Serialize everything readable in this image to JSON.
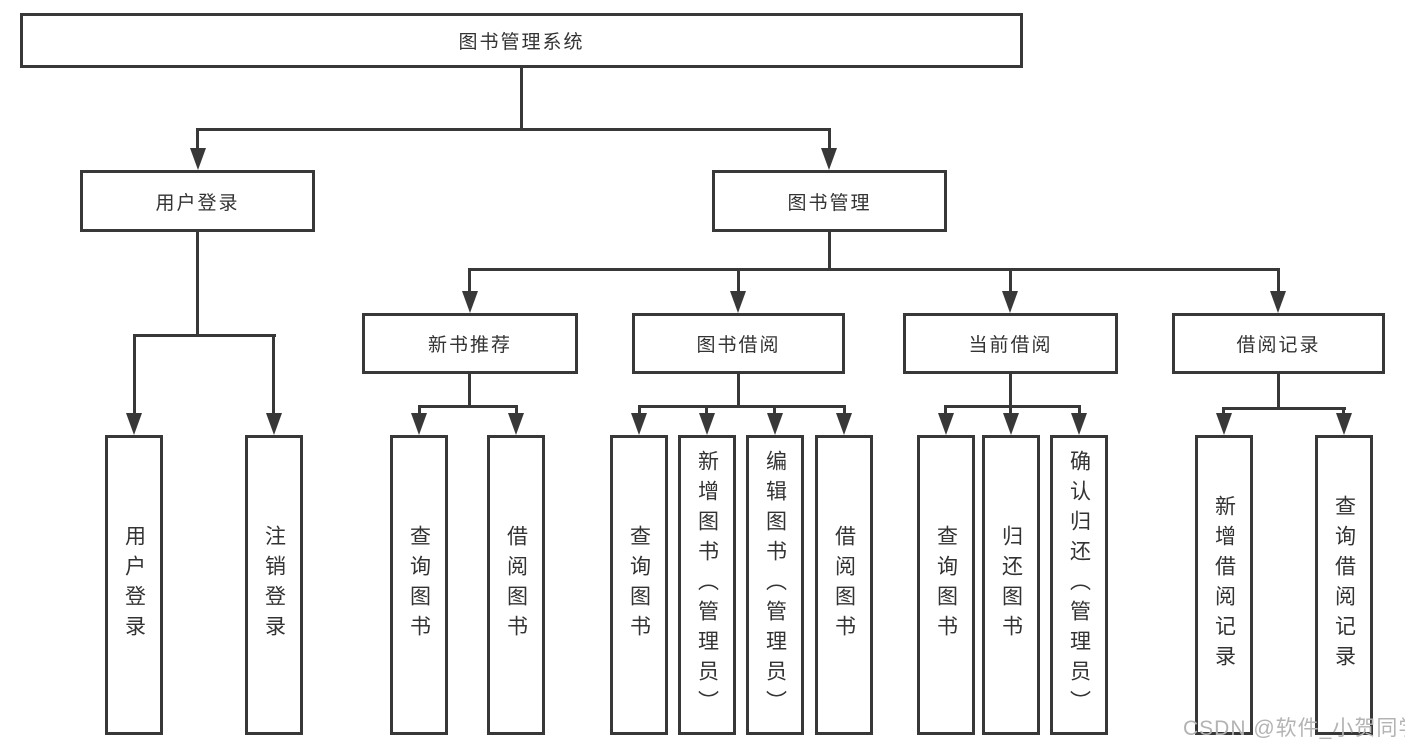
{
  "tree": {
    "root": {
      "label": "图书管理系统"
    },
    "children": [
      {
        "label": "用户登录",
        "children": [
          {
            "label": "用户登录"
          },
          {
            "label": "注销登录"
          }
        ]
      },
      {
        "label": "图书管理",
        "children": [
          {
            "label": "新书推荐",
            "children": [
              {
                "label": "查询图书"
              },
              {
                "label": "借阅图书"
              }
            ]
          },
          {
            "label": "图书借阅",
            "children": [
              {
                "label": "查询图书"
              },
              {
                "label": "新增图书（管理员）"
              },
              {
                "label": "编辑图书（管理员）"
              },
              {
                "label": "借阅图书"
              }
            ]
          },
          {
            "label": "当前借阅",
            "children": [
              {
                "label": "查询图书"
              },
              {
                "label": "归还图书"
              },
              {
                "label": "确认归还（管理员）"
              }
            ]
          },
          {
            "label": "借阅记录",
            "children": [
              {
                "label": "新增借阅记录"
              },
              {
                "label": "查询借阅记录"
              }
            ]
          }
        ]
      }
    ]
  },
  "watermark": "CSDN @软件_小贺同学",
  "colors": {
    "line": "#383838",
    "box_border": "#383838",
    "text": "#333333",
    "watermark": "#b3b3b3",
    "background": "#ffffff"
  }
}
